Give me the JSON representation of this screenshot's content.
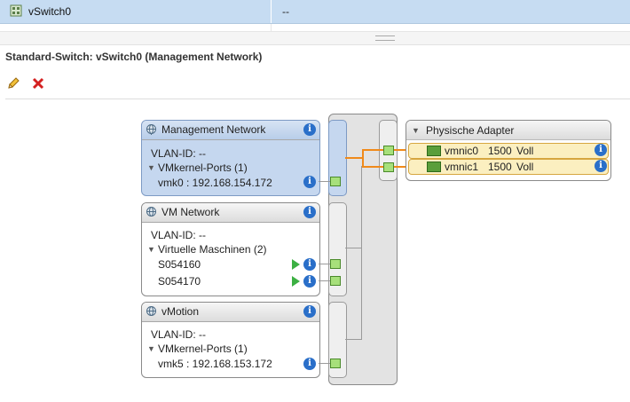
{
  "list": {
    "selected_row": {
      "name": "vSwitch0",
      "value": "--"
    }
  },
  "detail": {
    "title": "Standard-Switch: vSwitch0 (Management Network)"
  },
  "toolbar": {
    "edit_icon": "pencil-icon",
    "remove_icon": "red-x-icon"
  },
  "port_groups": [
    {
      "name": "Management Network",
      "vlan": "VLAN-ID: --",
      "section": "VMkernel-Ports (1)",
      "items": [
        "vmk0 : 192.168.154.172"
      ]
    },
    {
      "name": "VM Network",
      "vlan": "VLAN-ID: --",
      "section": "Virtuelle Maschinen (2)",
      "items": [
        "S054160",
        "S054170"
      ]
    },
    {
      "name": "vMotion",
      "vlan": "VLAN-ID: --",
      "section": "VMkernel-Ports (1)",
      "items": [
        "vmk5 : 192.168.153.172"
      ]
    }
  ],
  "physical_adapters": {
    "title": "Physische Adapter",
    "nics": [
      {
        "name": "vmnic0",
        "speed": "1500",
        "duplex": "Voll"
      },
      {
        "name": "vmnic1",
        "speed": "1500",
        "duplex": "Voll"
      }
    ]
  },
  "colors": {
    "selection": "#c5d7ef",
    "uplink_line": "#f08a1a",
    "info": "#2a6fc9",
    "port": "#a7e07b",
    "remove": "#d42020"
  }
}
